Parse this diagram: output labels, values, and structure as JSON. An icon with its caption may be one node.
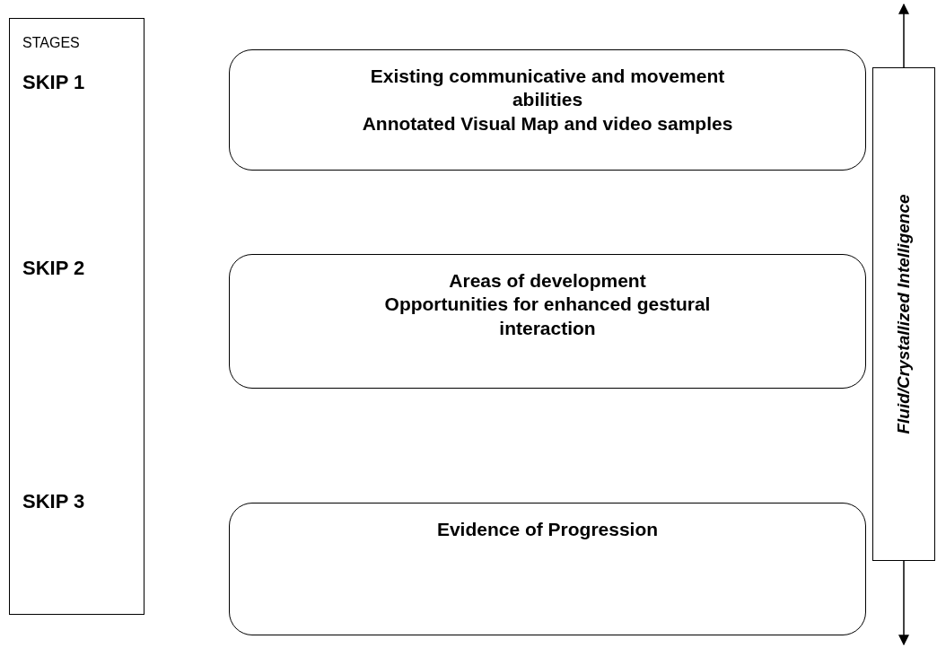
{
  "diagram": {
    "nodes": [
      {
        "text": [
          "STAGES",
          "SKIP 1",
          "SKIP 2",
          "SKIP 3"
        ]
      },
      {
        "text": [
          "Existing communicative and movement abilities",
          "Annotated Visual Map and video samples"
        ]
      },
      {
        "text": [
          "Areas of development",
          "Opportunities for enhanced gestural interaction"
        ]
      },
      {
        "text": [
          "Evidence of Progression"
        ]
      },
      {
        "text": [
          "Fluid/Crystallized Intelligence"
        ]
      }
    ],
    "edges": [
      {
        "from": 4,
        "to": null,
        "arrow": "to"
      },
      {
        "from": 4,
        "to": null,
        "arrow": "to"
      }
    ]
  }
}
